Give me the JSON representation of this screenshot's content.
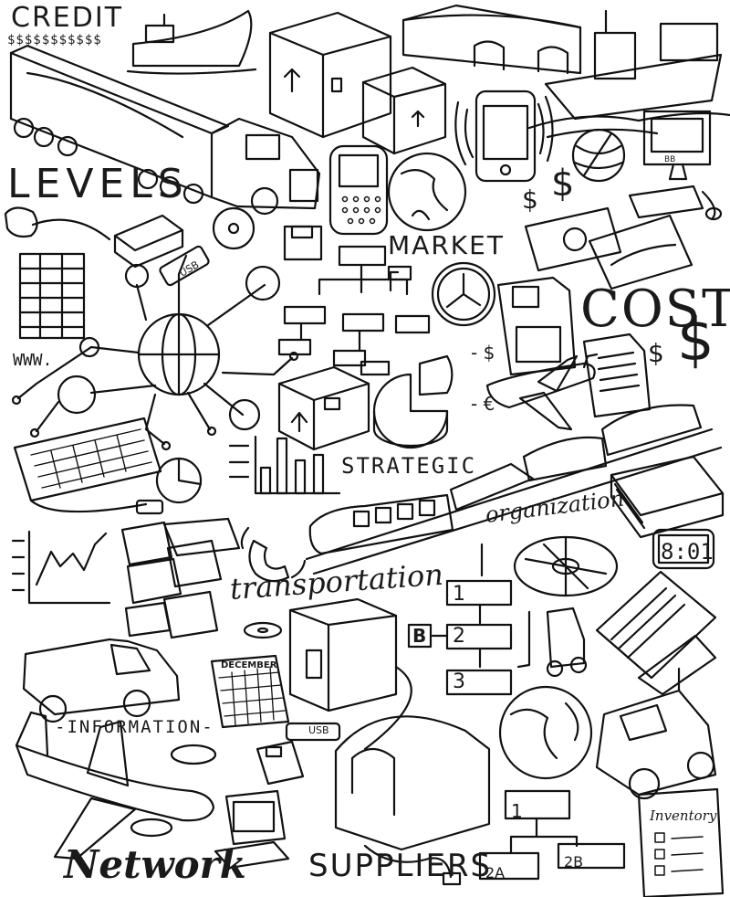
{
  "words": {
    "credit": "CREDIT",
    "dollars": "$$$$$$$$$$$",
    "levels": "LEVELS",
    "market": "MARKET",
    "cost": "COST",
    "www": "WWW.",
    "strategic": "STRATEGIC",
    "organization": "organization",
    "transportation": "transportation",
    "information": "-INFORMATION-",
    "network": "Network",
    "suppliers": "SUPPLIERS",
    "inventory": "Inventory",
    "december": "DECEMBER",
    "clock_digits": "8:01",
    "usb_1": "USB",
    "usb_2": "USB",
    "monitor_bb": "BB",
    "dollar_dash": "- $",
    "euro_dash": "- €",
    "dollar_small_1": "$",
    "dollar_big_1": "$",
    "dollar_small_2": "$",
    "dollar_big_2": "$",
    "flow_1": "1",
    "flow_2": "2",
    "flow_3": "3",
    "flow_b": "B",
    "tree_1": "1",
    "tree_2a": "2A",
    "tree_2b": "2B"
  },
  "style": {
    "ink": "#111111",
    "paper": "#ffffff"
  }
}
